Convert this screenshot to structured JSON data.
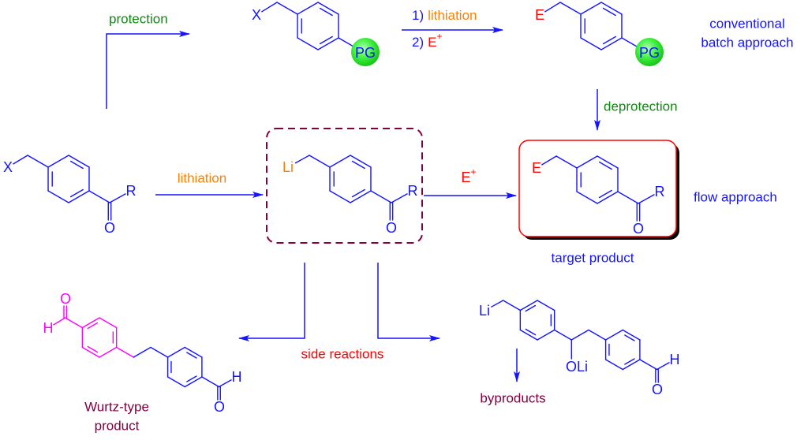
{
  "colors": {
    "structure_blue": "#1414ff",
    "reagent_orange": "#ff8000",
    "electrophile_red": "#ff0000",
    "step_green": "#118811",
    "byproduct_maroon": "#800040",
    "wurtz_magenta": "#ff00ff",
    "protecting_group_green": "#33e633"
  },
  "routes": {
    "batch": {
      "line1": "conventional",
      "line2": "batch approach"
    },
    "flow": {
      "label": "flow approach"
    }
  },
  "steps": {
    "protection": "protection",
    "batch_step1": {
      "index": "1)",
      "reagent": "lithiation"
    },
    "batch_step2": {
      "index": "2)",
      "reagent": "E",
      "charge": "+"
    },
    "deprotection": "deprotection",
    "flow_lithiation": "lithiation",
    "flow_quench": {
      "reagent": "E",
      "charge": "+"
    },
    "side_reactions": "side reactions"
  },
  "molecules": {
    "starting_material": {
      "leaving_group": "X",
      "substituent": "R",
      "carbonyl_oxygen": "O"
    },
    "protected_halide": {
      "leaving_group": "X",
      "protecting_group": "PG"
    },
    "protected_product": {
      "electrophile": "E",
      "protecting_group": "PG"
    },
    "benzyllithium_intermediate": {
      "metal": "Li",
      "substituent": "R",
      "carbonyl_oxygen": "O"
    },
    "target_product": {
      "caption": "target product",
      "electrophile": "E",
      "substituent": "R",
      "carbonyl_oxygen": "O"
    },
    "wurtz_product": {
      "caption_line1": "Wurtz-type",
      "caption_line2": "product",
      "left_aldehyde_oxygen": "O",
      "left_aldehyde_hydrogen": "H",
      "right_aldehyde_hydrogen": "H",
      "right_aldehyde_oxygen": "O"
    },
    "addition_adduct": {
      "metal": "Li",
      "alkoxide": "OLi",
      "aldehyde_hydrogen": "H",
      "aldehyde_oxygen": "O"
    },
    "byproducts": {
      "caption": "byproducts"
    }
  }
}
